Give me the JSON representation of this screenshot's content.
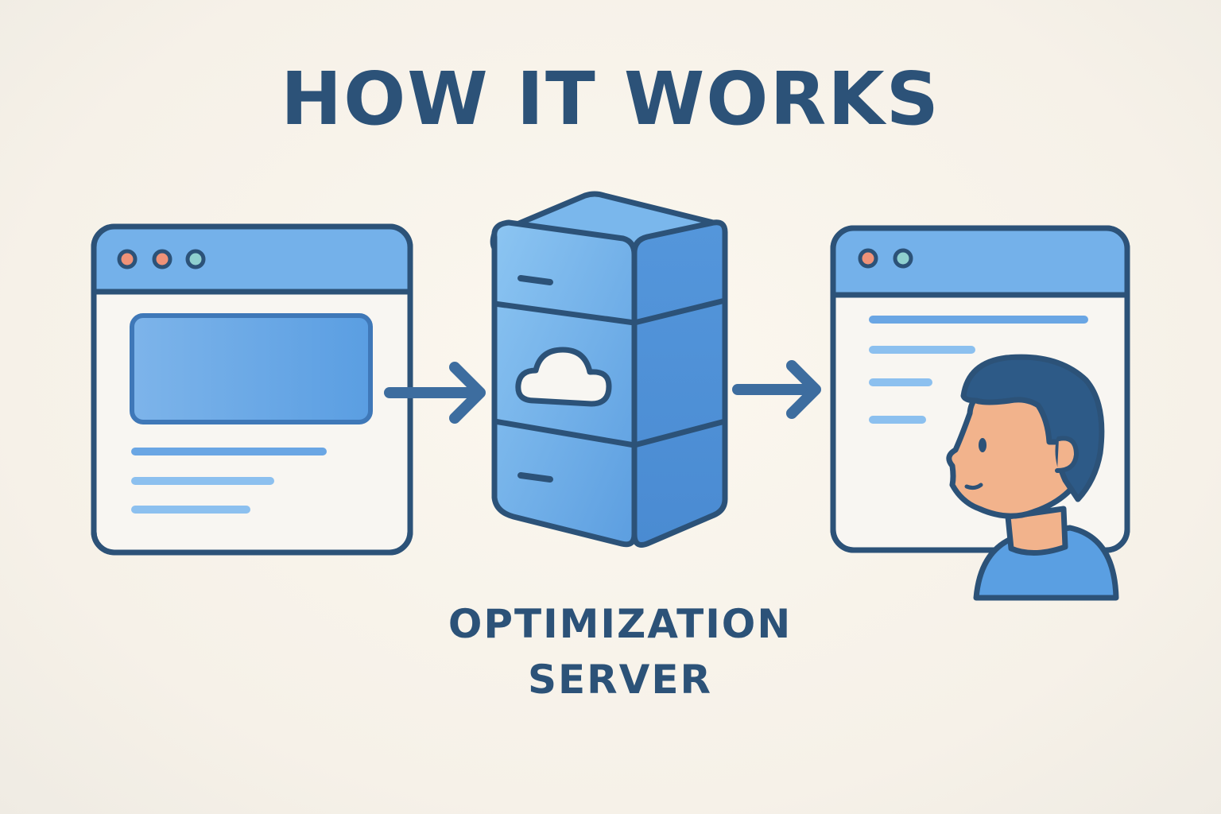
{
  "title": "HOW IT WORKS",
  "server": {
    "label_line1": "OPTIMIZATION",
    "label_line2": "SERVER"
  },
  "colors": {
    "stroke": "#2c5278",
    "blue": "#5b9fe0",
    "blue_light": "#8cc0ef",
    "blue_mid": "#4a8fd6",
    "window_bg": "#f8f6f2",
    "dot_orange": "#ef9278",
    "dot_green": "#8fd0cf",
    "skin": "#f2b38c",
    "hair": "#2d5a87"
  },
  "icons": [
    "browser-window-icon",
    "server-icon",
    "cloud-icon",
    "arrow-right-icon",
    "person-icon"
  ]
}
